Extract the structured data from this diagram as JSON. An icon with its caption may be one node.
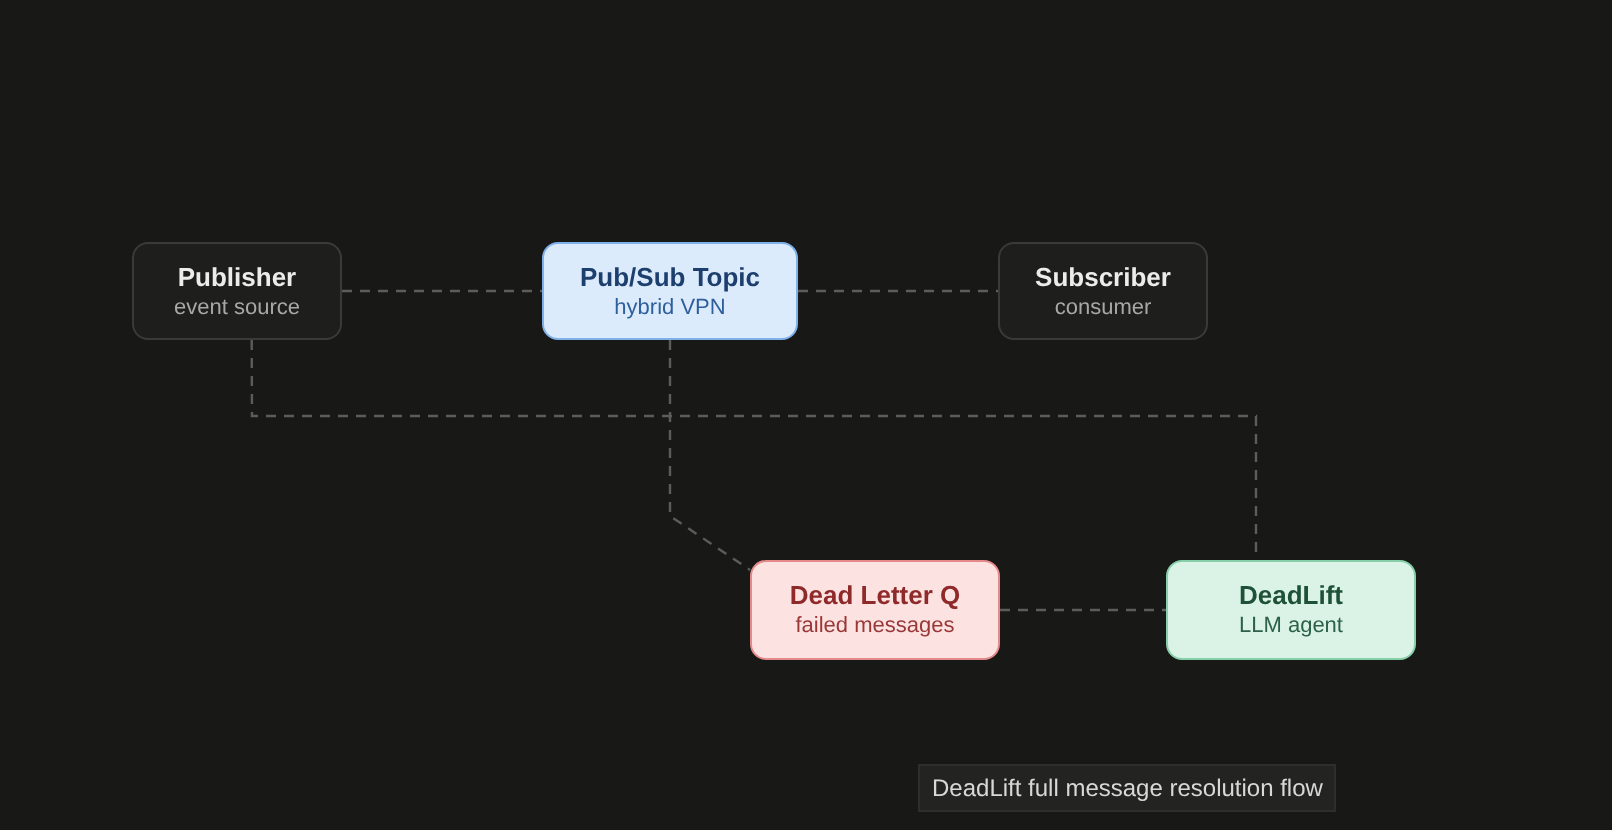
{
  "diagram": {
    "caption": "DeadLift full message resolution flow",
    "nodes": [
      {
        "text": [
          "Publisher",
          "event source"
        ]
      },
      {
        "text": [
          "Pub/Sub Topic",
          "hybrid VPN"
        ]
      },
      {
        "text": [
          "Subscriber",
          "consumer"
        ]
      },
      {
        "text": [
          "Dead Letter Q",
          "failed messages"
        ]
      },
      {
        "text": [
          "DeadLift",
          "LLM agent"
        ]
      }
    ],
    "edges": [
      {
        "from": 0,
        "to": 1,
        "arrow": "none"
      },
      {
        "from": 1,
        "to": 2,
        "arrow": "none"
      },
      {
        "from": 1,
        "to": 3,
        "arrow": "none"
      },
      {
        "from": 3,
        "to": 4,
        "arrow": "none"
      },
      {
        "from": 0,
        "to": 4,
        "arrow": "none"
      }
    ]
  }
}
